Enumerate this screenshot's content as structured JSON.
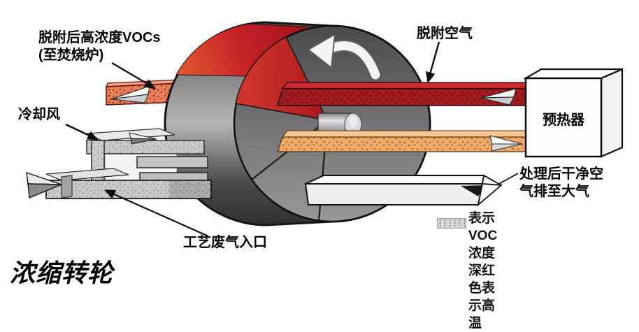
{
  "diagram": {
    "type": "process-diagram",
    "title": "浓缩转轮",
    "rotor": {
      "rotation": "counterclockwise"
    },
    "labels": {
      "voc_outlet_line1": "脱附后高浓度VOCs",
      "voc_outlet_line2": "(至焚烧炉)",
      "cooling_air": "冷却风",
      "process_gas_inlet": "工艺废气入口",
      "desorption_air": "脱附空气",
      "preheater": "预热器",
      "clean_air_line1": "处理后干净空",
      "clean_air_line2": "气排至大气",
      "legend_line1": "表示VOC浓度",
      "legend_line2": "深红色表示高温"
    },
    "colors": {
      "hot_red": "#c0202a",
      "dark_red_duct": "#a21b21",
      "red_duct_top": "#cd2830",
      "warm_orange_duct": "#efaa6a",
      "orange_duct_top": "#f6c795",
      "voc_salmon_duct": "#e97f58",
      "salmon_duct_top": "#f4a284",
      "drum_gray": "#6a6a6c",
      "clean_duct_white": "#eceeef",
      "gray_duct": "#c9c9c9",
      "legend_swatch": "#d9d9d9"
    }
  }
}
